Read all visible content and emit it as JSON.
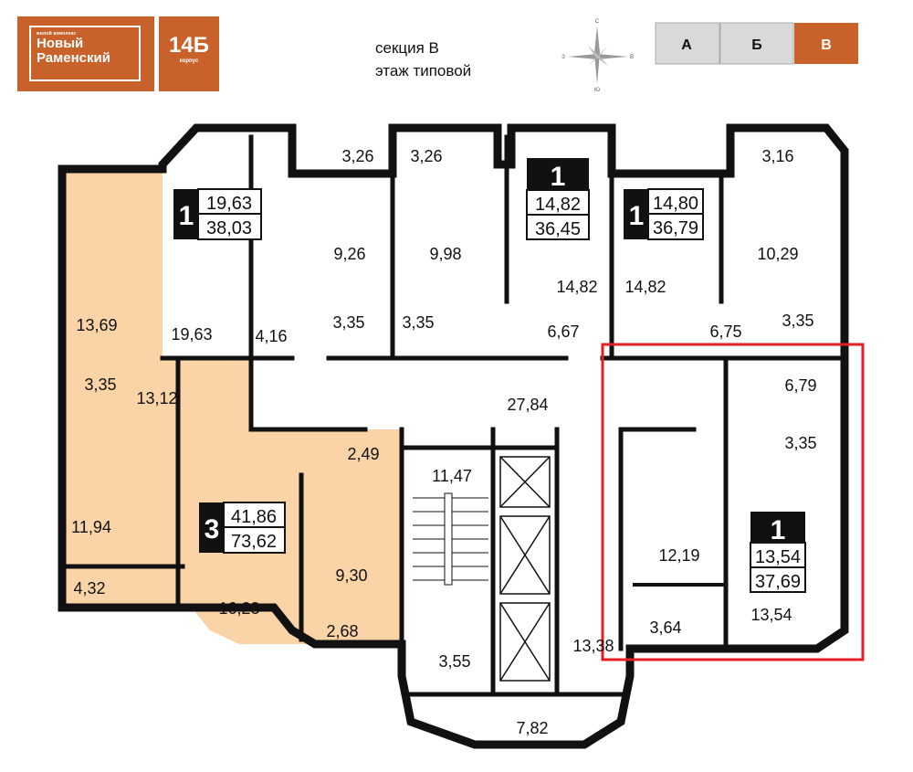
{
  "logo": {
    "subtitle": "жилой комплекс",
    "name_line1": "Новый",
    "name_line2": "Раменский"
  },
  "building": {
    "number": "14Б",
    "label": "корпус"
  },
  "header": {
    "section": "секция В",
    "floor": "этаж типовой"
  },
  "compass": {
    "north": "С",
    "south": "Ю",
    "west": "З",
    "east": "В"
  },
  "sections": [
    {
      "label": "А",
      "active": false
    },
    {
      "label": "Б",
      "active": false
    },
    {
      "label": "В",
      "active": true
    }
  ],
  "colors": {
    "brand": "#c9622a",
    "apartment_fill": "#fad3a6",
    "highlight": "#e31e24",
    "section_inactive": "#d9d9d9"
  },
  "apartments": [
    {
      "rooms": "1",
      "living": "19,63",
      "total": "38,03"
    },
    {
      "rooms": "1",
      "living": "14,82",
      "total": "36,45"
    },
    {
      "rooms": "1",
      "living": "14,80",
      "total": "36,79"
    },
    {
      "rooms": "3",
      "living": "41,86",
      "total": "73,62"
    },
    {
      "rooms": "1",
      "living": "13,54",
      "total": "37,69"
    }
  ],
  "rooms": {
    "r1": "13,69",
    "r2": "3,35",
    "r3": "13,12",
    "r4": "11,94",
    "r5": "4,32",
    "r6": "16,23",
    "r7": "9,30",
    "r8": "2,68",
    "r9": "2,49",
    "r10": "19,63",
    "r11": "4,16",
    "r12": "9,26",
    "r13": "3,26",
    "r14": "3,26",
    "r15": "9,98",
    "r16": "3,35",
    "r17": "3,35",
    "r18": "14,82",
    "r19": "14,82",
    "r20": "6,67",
    "r21": "6,75",
    "r22": "3,16",
    "r23": "10,29",
    "r24": "3,35",
    "r25": "27,84",
    "r26": "11,47",
    "r27": "3,55",
    "r28": "7,82",
    "r29": "13,38",
    "r30": "6,79",
    "r31": "3,35",
    "r32": "12,19",
    "r33": "3,64",
    "r34": "13,54"
  }
}
